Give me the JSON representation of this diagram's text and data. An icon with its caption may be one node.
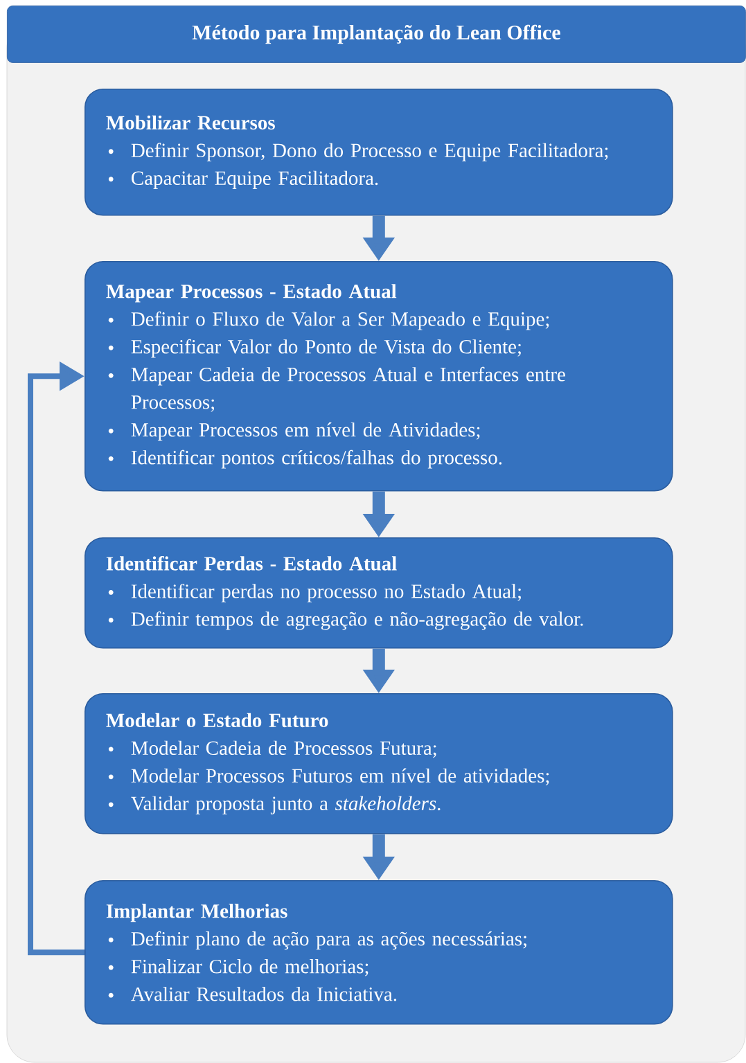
{
  "diagram": {
    "title": "Método para Implantação do Lean Office",
    "nodes": [
      {
        "text": [
          "Mobilizar Recursos",
          "Definir Sponsor, Dono do Processo e Equipe Facilitadora;",
          "Capacitar Equipe Facilitadora."
        ]
      },
      {
        "text": [
          "Mapear Processos - Estado Atual",
          "Definir o Fluxo de Valor a Ser Mapeado e Equipe;",
          "Especificar Valor do Ponto de Vista do Cliente;",
          "Mapear Cadeia de Processos Atual e Interfaces entre Processos;",
          "Mapear Processos em nível de Atividades;",
          "Identificar pontos críticos/falhas do processo."
        ]
      },
      {
        "text": [
          "Identificar Perdas - Estado Atual",
          "Identificar perdas no processo no Estado Atual;",
          "Definir tempos de agregação e não-agregação de valor."
        ]
      },
      {
        "text": [
          "Modelar o Estado Futuro",
          "Modelar Cadeia de Processos Futura;",
          "Modelar Processos Futuros em nível de atividades;",
          "Validar proposta junto a *stakeholders*."
        ]
      },
      {
        "text": [
          "Implantar Melhorias",
          "Definir plano de ação para as ações necessárias;",
          "Finalizar Ciclo de melhorias;",
          "Avaliar Resultados da Iniciativa."
        ]
      }
    ],
    "edges": [
      {
        "from": 0,
        "to": 1,
        "arrow": "to"
      },
      {
        "from": 1,
        "to": 2,
        "arrow": "to"
      },
      {
        "from": 2,
        "to": 3,
        "arrow": "to"
      },
      {
        "from": 3,
        "to": 4,
        "arrow": "to"
      },
      {
        "from": 4,
        "to": 1,
        "arrow": "to"
      }
    ]
  }
}
